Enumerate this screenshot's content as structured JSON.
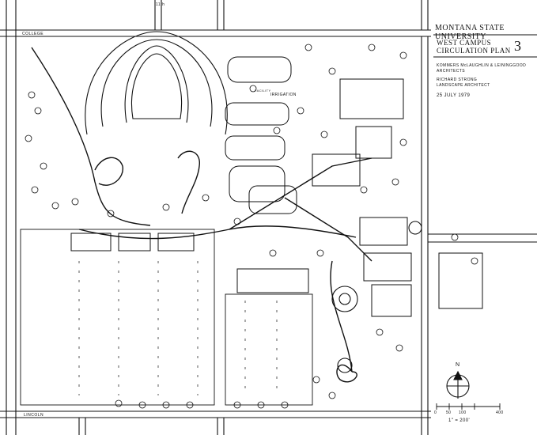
{
  "title_block": {
    "university": "MONTANA STATE UNIVERSITY",
    "plan_title_line1": "WEST CAMPUS",
    "plan_title_line2": "CIRCULATION PLAN",
    "plan_number": "3",
    "architects_line1": "KOMMERS McLAUGHLIN & LEININGGOOD",
    "architects_line2": "ARCHITECTS",
    "landscape_line1": "RICHARD STRONG",
    "landscape_line2": "LANDSCAPE ARCHITECT",
    "date": "25 JULY 1979"
  },
  "streets": {
    "north": "COLLEGE",
    "south": "LINCOLN",
    "north_tick_label": "11th"
  },
  "map_labels": {
    "irrigation": "IRRIGATION",
    "small_building": "FACILITY"
  },
  "scale_bar": {
    "ticks": [
      "0",
      "50",
      "100",
      "",
      "400"
    ],
    "ratio": "1\" = 200'"
  },
  "north_arrow": {
    "label": "N"
  }
}
